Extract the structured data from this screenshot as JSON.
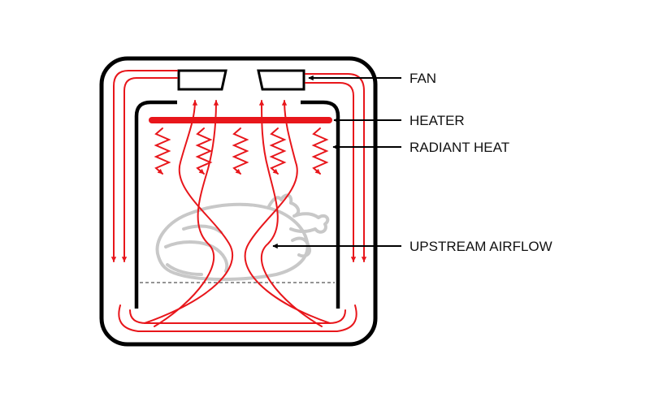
{
  "labels": {
    "fan": "FAN",
    "heater": "HEATER",
    "radiant_heat": "RADIANT HEAT",
    "upstream_airflow": "UPSTREAM AIRFLOW"
  },
  "colors": {
    "airflow": "#e8161b",
    "outline": "#000000",
    "food": "#c8c8c8",
    "label": "#111111"
  }
}
